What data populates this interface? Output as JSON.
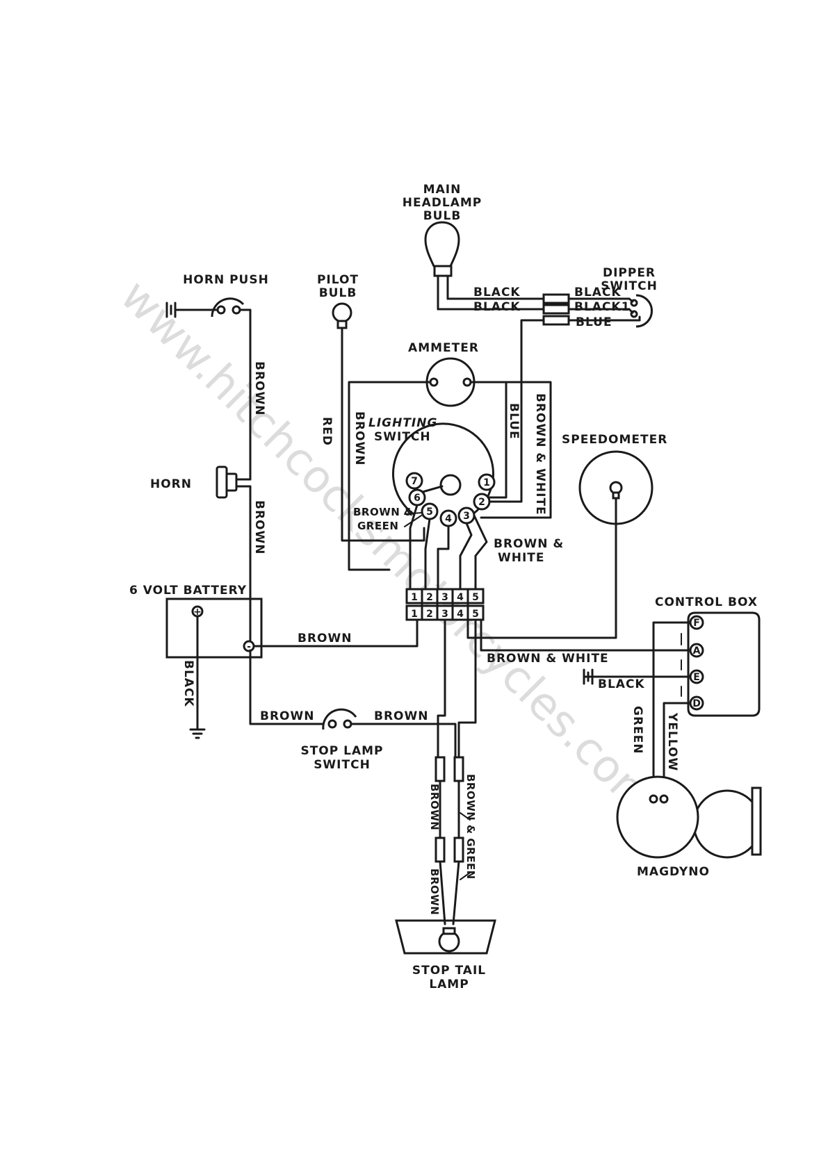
{
  "components": {
    "main_headlamp": [
      "MAIN",
      "HEADLAMP",
      "BULB"
    ],
    "dipper_switch": [
      "DIPPER",
      "SWITCH"
    ],
    "horn_push": "HORN PUSH",
    "pilot_bulb": [
      "PILOT",
      "BULB"
    ],
    "ammeter": "AMMETER",
    "lighting_switch": [
      "LIGHTING",
      "SWITCH"
    ],
    "speedometer": "SPEEDOMETER",
    "horn": "HORN",
    "battery": "6 VOLT BATTERY",
    "control_box": "CONTROL BOX",
    "stop_lamp_switch": [
      "STOP LAMP",
      "SWITCH"
    ],
    "stop_tail_lamp": [
      "STOP TAIL",
      "LAMP"
    ],
    "magdyno": "MAGDYNO"
  },
  "wires": {
    "black": "BLACK",
    "black1": "BLACK1",
    "blue": "BLUE",
    "brown": "BROWN",
    "red": "RED",
    "yellow": "YELLOW",
    "green": "GREEN",
    "brown_white": "BROWN & WHITE",
    "brown_and": "BROWN &",
    "white": "WHITE",
    "brown_green": "BROWN & GREEN",
    "brown_amp": "BROWN &",
    "green_word": "GREEN"
  },
  "terminals": {
    "lighting_switch": [
      "1",
      "2",
      "3",
      "4",
      "5",
      "6",
      "7"
    ],
    "junction_block": [
      "1",
      "2",
      "3",
      "4",
      "5"
    ],
    "control_box": [
      "F",
      "A",
      "E",
      "D"
    ],
    "battery_pos": "+",
    "battery_neg": "-"
  },
  "watermark": "www.hitchcocksmotorcycles.com"
}
